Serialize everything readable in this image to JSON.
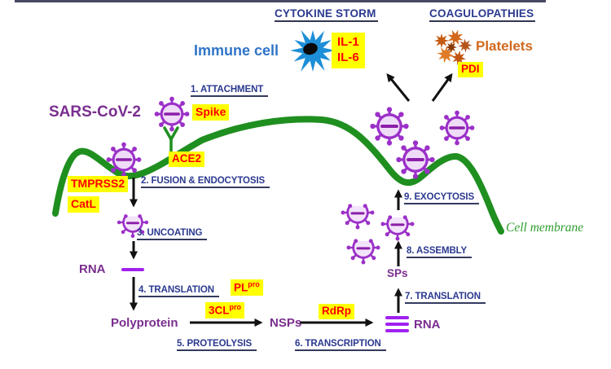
{
  "figure": "SARS-CoV-2 life cycle diagram",
  "headers": {
    "cytokine_storm": "CYTOKINE STORM",
    "coagulopathies": "COAGULOPATHIES"
  },
  "actors": {
    "virus_name": "SARS-CoV-2",
    "immune_cell": "Immune cell",
    "platelets": "Platelets",
    "cell_membrane": "Cell membrane"
  },
  "cytokines": {
    "il1": "IL-1",
    "il6": "IL-6"
  },
  "factors": {
    "spike": "Spike",
    "ace2": "ACE2",
    "tmprss2": "TMPRSS2",
    "catl": "CatL",
    "pl_base": "PL",
    "pl_sup": "pro",
    "cl_base": "3CL",
    "cl_sup": "pro",
    "rdrp": "RdRp",
    "pdi": "PDI"
  },
  "molecules": {
    "rna_genome": "RNA",
    "polyprotein": "Polyprotein",
    "nsps": "NSPs",
    "rna_new": "RNA",
    "sps": "SPs"
  },
  "steps": [
    "1. ATTACHMENT",
    "2. FUSION & ENDOCYTOSIS",
    "3. UNCOATING",
    "4. TRANSLATION",
    "5. PROTEOLYSIS",
    "6. TRANSCRIPTION",
    "7. TRANSLATION",
    "8. ASSEMBLY",
    "9. EXOCYTOSIS"
  ],
  "icons": {
    "virus": "virus-particle",
    "half_virus": "assembling-virion",
    "immune_cell": "spiky-immune-cell",
    "platelets": "platelet-cluster",
    "membrane": "cell-membrane-curve",
    "ace2_receptor": "y-shaped-receptor"
  },
  "colors": {
    "membrane_green": "#1F8F1F",
    "virus_purple": "#9B30C8",
    "virus_fill": "#EFDCF8",
    "label_navy": "#2B3990",
    "highlight_yellow": "#FFFF00",
    "alert_red": "#FF0000",
    "immune_blue": "#2E74C8",
    "platelet_orange": "#D2691E",
    "molecule_purple": "#7A2E8F"
  }
}
